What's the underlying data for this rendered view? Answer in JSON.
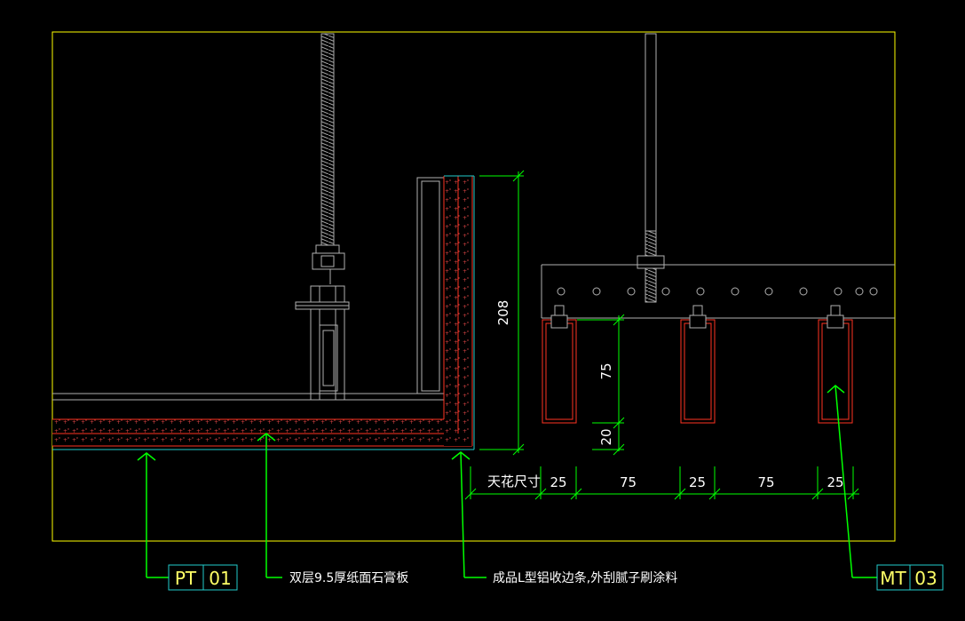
{
  "dimensions": {
    "vertical_total": "208",
    "vertical_part": "75",
    "vertical_bottom": "20",
    "horizontal_label": "天花尺寸",
    "horizontal_values": [
      "25",
      "75",
      "25",
      "75",
      "25"
    ]
  },
  "tags": {
    "left": {
      "code": "PT",
      "number": "01"
    },
    "right": {
      "code": "MT",
      "number": "03"
    }
  },
  "notes": {
    "board": "双层9.5厚纸面石膏板",
    "trim": "成品L型铝收边条,外刮腻子刷涂料"
  },
  "colors": {
    "background": "#000000",
    "frame": "#ffff00",
    "leader": "#00ff00",
    "structure": "#b0b0b0",
    "board_outline": "#ff3322",
    "board_edge": "#22cccc",
    "dimension_line": "#00ff00",
    "text": "#ffffff"
  }
}
